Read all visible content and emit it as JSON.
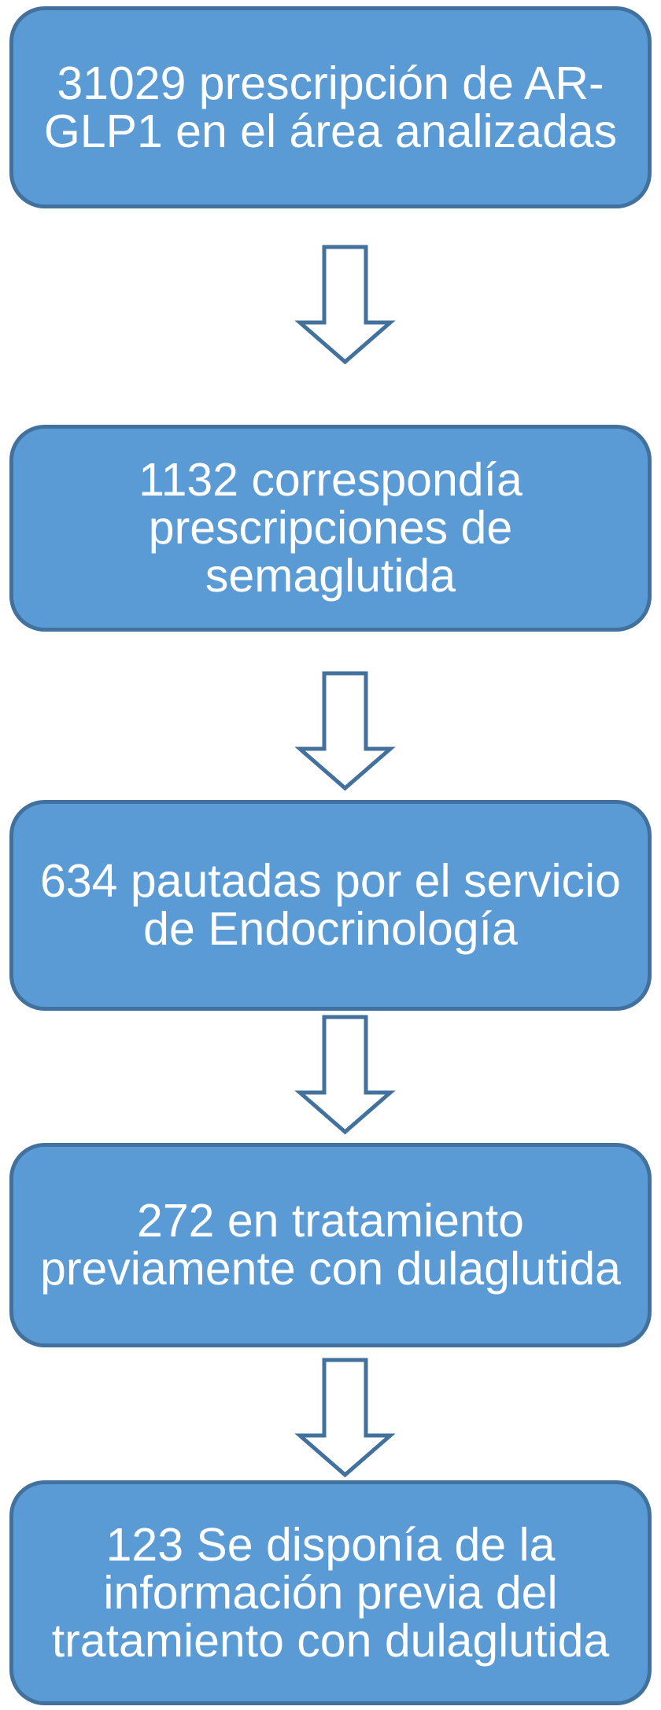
{
  "flowchart": {
    "boxes": [
      {
        "name": "total-prescripciones-ar-glp1",
        "lines": [
          "31029 prescripción de AR-",
          "GLP1 en el área analizadas"
        ]
      },
      {
        "name": "prescripciones-semaglutida",
        "lines": [
          "1132 correspondía",
          "prescripciones de",
          "semaglutida"
        ]
      },
      {
        "name": "pautadas-endocrinologia",
        "lines": [
          "634 pautadas por el servicio",
          "de Endocrinología"
        ]
      },
      {
        "name": "tratamiento-previo-dulaglutida",
        "lines": [
          "272 en tratamiento",
          "previamente con dulaglutida"
        ]
      },
      {
        "name": "informacion-previa-dulaglutida",
        "lines": [
          "123 Se disponía de la",
          "información previa del",
          "tratamiento con dulaglutida"
        ]
      }
    ],
    "arrows": [
      {
        "name": "arrow-1",
        "direction": "down"
      },
      {
        "name": "arrow-2",
        "direction": "down"
      },
      {
        "name": "arrow-3",
        "direction": "down"
      },
      {
        "name": "arrow-4",
        "direction": "down"
      }
    ],
    "colors": {
      "box_fill": "#5B9BD5",
      "box_border": "#41719C",
      "arrow_fill": "#FFFFFF",
      "arrow_stroke": "#41719C",
      "text": "#FFFFFF",
      "background": "#FFFFFF"
    }
  }
}
